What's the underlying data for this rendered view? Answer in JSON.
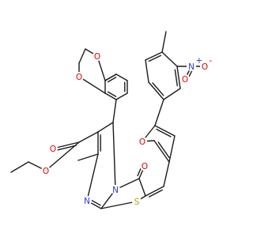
{
  "palette": {
    "bond": "#1a1a1a",
    "O": "#e00000",
    "N": "#2a3ad6",
    "S": "#b8a000"
  },
  "atom_labels": {
    "o_diox_1": "O",
    "o_diox_2": "O",
    "o_nitro_1": "O",
    "o_nitro_2": "O",
    "n_nitro_charge": "+",
    "o_nitro_charge": "-",
    "n_nitro": "N",
    "o_furan": "O",
    "o_ketone": "O",
    "o_ester_carbonyl": "O",
    "o_ester": "O",
    "n_ring_1": "N",
    "n_ring_2": "N",
    "s_thiazole": "S"
  }
}
